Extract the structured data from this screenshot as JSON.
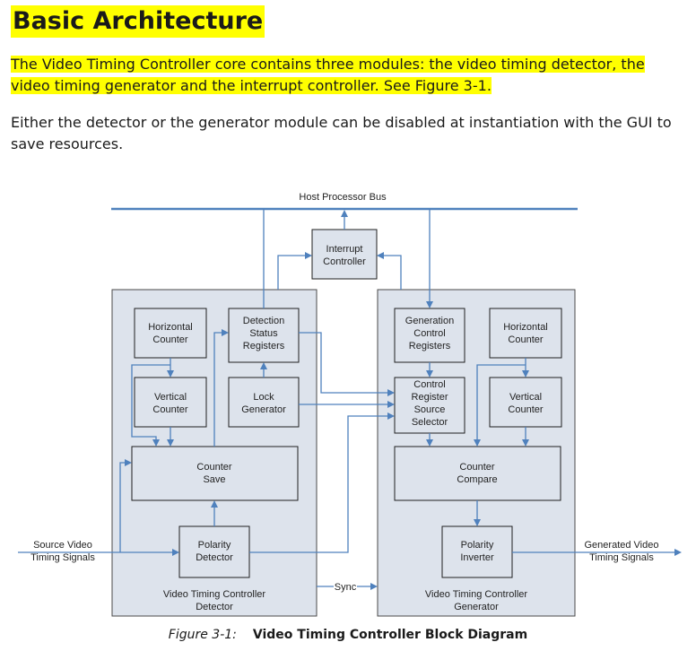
{
  "heading": "Basic Architecture",
  "paragraph_1_line_1": "The Video Timing Controller core contains three modules: the video timing detector, the",
  "paragraph_1_line_2": "video timing generator and the interrupt controller. See Figure 3-1.",
  "paragraph_2_line_1": "Either the detector or the generator module can be disabled at instantiation with the GUI to",
  "paragraph_2_line_2": "save resources.",
  "highlight_color": "#ffff00",
  "diagram": {
    "line_color": "#4f81bd",
    "block_fill": "#dde3ec",
    "bus_label": "Host Processor Bus",
    "interrupt_controller": [
      "Interrupt",
      "Controller"
    ],
    "detector": {
      "title": [
        "Video Timing Controller",
        "Detector"
      ],
      "horizontal_counter": [
        "Horizontal",
        "Counter"
      ],
      "vertical_counter": [
        "Vertical",
        "Counter"
      ],
      "detection_status_registers": [
        "Detection",
        "Status",
        "Registers"
      ],
      "lock_generator": [
        "Lock",
        "Generator"
      ],
      "counter_save": [
        "Counter",
        "Save"
      ],
      "polarity_detector": [
        "Polarity",
        "Detector"
      ]
    },
    "generator": {
      "title": [
        "Video Timing Controller",
        "Generator"
      ],
      "generation_control_registers": [
        "Generation",
        "Control",
        "Registers"
      ],
      "horizontal_counter": [
        "Horizontal",
        "Counter"
      ],
      "control_register_source_selector": [
        "Control",
        "Register",
        "Source",
        "Selector"
      ],
      "vertical_counter": [
        "Vertical",
        "Counter"
      ],
      "counter_compare": [
        "Counter",
        "Compare"
      ],
      "polarity_inverter": [
        "Polarity",
        "Inverter"
      ]
    },
    "source_signals": [
      "Source Video",
      "Timing Signals"
    ],
    "generated_signals": [
      "Generated Video",
      "Timing Signals"
    ],
    "sync_label": "Sync"
  },
  "caption": {
    "label": "Figure 3-1:",
    "title": "Video Timing Controller Block Diagram"
  }
}
